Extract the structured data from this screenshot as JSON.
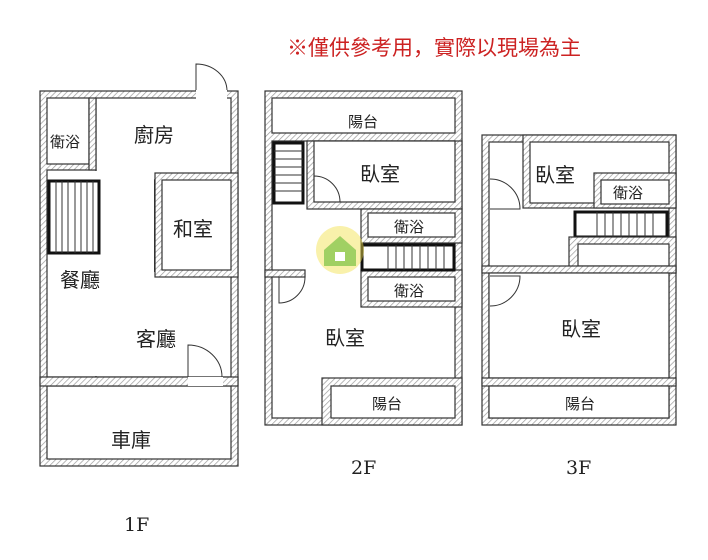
{
  "notice": "※僅供參考用，實際以現場為主",
  "colors": {
    "notice": "#cc2222",
    "wall_hatch": "#9a9a9a",
    "logo_green": "#7cc23a",
    "logo_yellow": "#f3e04a"
  },
  "floors": {
    "f1": {
      "label": "1F",
      "rooms": {
        "bath": "衛浴",
        "kitchen": "廚房",
        "japanese_room": "和室",
        "dining": "餐廳",
        "living": "客廳",
        "garage": "車庫"
      }
    },
    "f2": {
      "label": "2F",
      "rooms": {
        "balcony_top": "陽台",
        "bedroom_top": "臥室",
        "bath_upper": "衛浴",
        "bath_lower": "衛浴",
        "bedroom_main": "臥室",
        "balcony_bottom": "陽台"
      }
    },
    "f3": {
      "label": "3F",
      "rooms": {
        "bedroom_top": "臥室",
        "bath": "衛浴",
        "bedroom_main": "臥室",
        "balcony": "陽台"
      }
    }
  }
}
